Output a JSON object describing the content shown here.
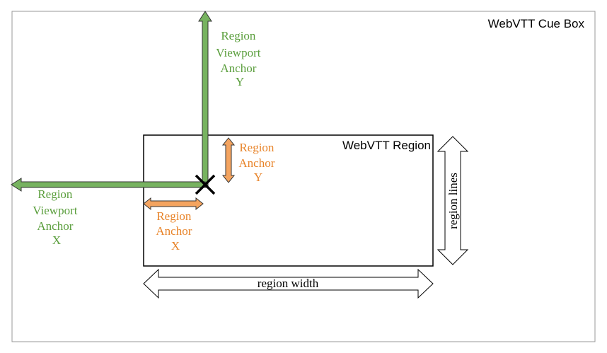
{
  "cue_box": {
    "label": "WebVTT Cue Box"
  },
  "region": {
    "label": "WebVTT Region"
  },
  "viewport_anchor_y": {
    "lines": [
      "Region",
      "Viewport",
      "Anchor",
      "Y"
    ]
  },
  "viewport_anchor_x": {
    "lines": [
      "Region",
      "Viewport",
      "Anchor",
      "X"
    ]
  },
  "region_anchor_y": {
    "lines": [
      "Region",
      "Anchor",
      "Y"
    ]
  },
  "region_anchor_x": {
    "lines": [
      "Region",
      "Anchor",
      "X"
    ]
  },
  "region_lines": {
    "label": "region lines"
  },
  "region_width": {
    "label": "region width"
  },
  "colors": {
    "green": "#77b360",
    "green_text": "#5a9e3c",
    "orange": "#f4a460",
    "orange_text": "#e8842a",
    "border": "#9a9a9a"
  }
}
